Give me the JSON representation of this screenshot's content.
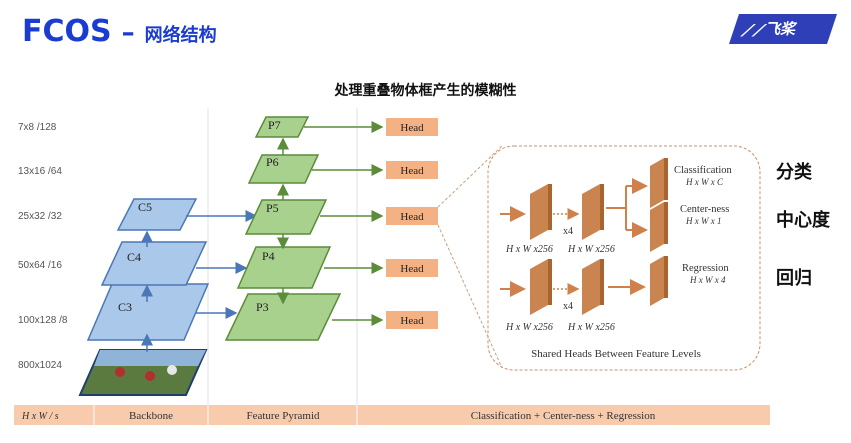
{
  "header": {
    "title": "FCOS",
    "dash": "–",
    "subtitle": "网络结构",
    "logo_text": "飞桨"
  },
  "caption": "处理重叠物体框产生的模糊性",
  "scales": [
    "7x8 /128",
    "13x16 /64",
    "25x32 /32",
    "50x64 /16",
    "100x128 /8",
    "800x1024"
  ],
  "backbone": [
    "C5",
    "C4",
    "C3"
  ],
  "pyramid": [
    "P7",
    "P6",
    "P5",
    "P4",
    "P3"
  ],
  "head_label": "Head",
  "heads_detail": {
    "cls_label": "Classification",
    "cls_dim": "H x W x C",
    "ctr_label": "Center-ness",
    "ctr_dim": "H x W x 1",
    "reg_label": "Regression",
    "reg_dim": "H x W x 4",
    "feat_dim": "H x W x256",
    "repeat": "x4",
    "caption": "Shared Heads Between Feature Levels"
  },
  "bottom_bar": {
    "hws": "H x W  / s",
    "backbone": "Backbone",
    "pyramid": "Feature Pyramid",
    "heads": "Classification + Center-ness + Regression"
  },
  "side_labels": [
    "分类",
    "中心度",
    "回归"
  ],
  "colors": {
    "title_blue": "#1a3cd0",
    "backbone_fill": "#a9c8ea",
    "backbone_stroke": "#4b77b8",
    "pyramid_fill": "#a9d18e",
    "pyramid_stroke": "#5b8c3a",
    "head_fill": "#f4b183",
    "bar_fill": "#f8cbad",
    "block_fill": "#d89a6a"
  }
}
